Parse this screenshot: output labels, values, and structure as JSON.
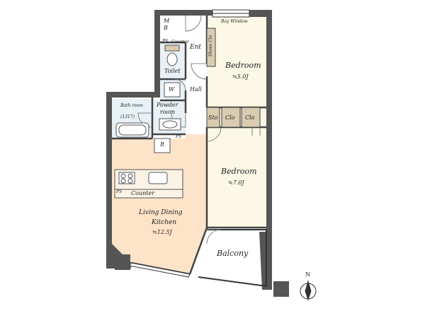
{
  "colors": {
    "wall": "#555555",
    "wall_dark": "#444444",
    "bedroom_floor": "#fbf8e6",
    "ldk_floor": "#fde3c8",
    "wet_floor": "#e7f1f6",
    "storage_floor": "#d9ccb0",
    "balcony_floor": "#ffffff",
    "line": "#333333"
  },
  "labels": {
    "mb_top": "M",
    "mb_bottom": "B",
    "ps_top": "PS",
    "counter_small": "Counter",
    "ent": "Ent",
    "shoe_clo": "Shoes Clo",
    "bay_window": "Bay Window",
    "bedroom1_name": "Bedroom",
    "bedroom1_area": "≒5.0J",
    "toilet": "Toilet",
    "washer": "W",
    "hall": "Hall",
    "bath_name": "Bath room",
    "bath_size": "(1317)",
    "powder_line1": "Powder",
    "powder_line2": "room",
    "sto": "Sto",
    "clo1": "Clo",
    "clo2": "Clo",
    "ps_mid": "PS",
    "fridge": "R",
    "bedroom2_name": "Bedroom",
    "bedroom2_area": "≒7.0J",
    "ps_kitchen": "PS",
    "counter": "Counter",
    "ldk_line1": "Living Dining",
    "ldk_line2": "Kitchen",
    "ldk_area": "≒12.5J",
    "balcony": "Balcony",
    "north": "N"
  }
}
